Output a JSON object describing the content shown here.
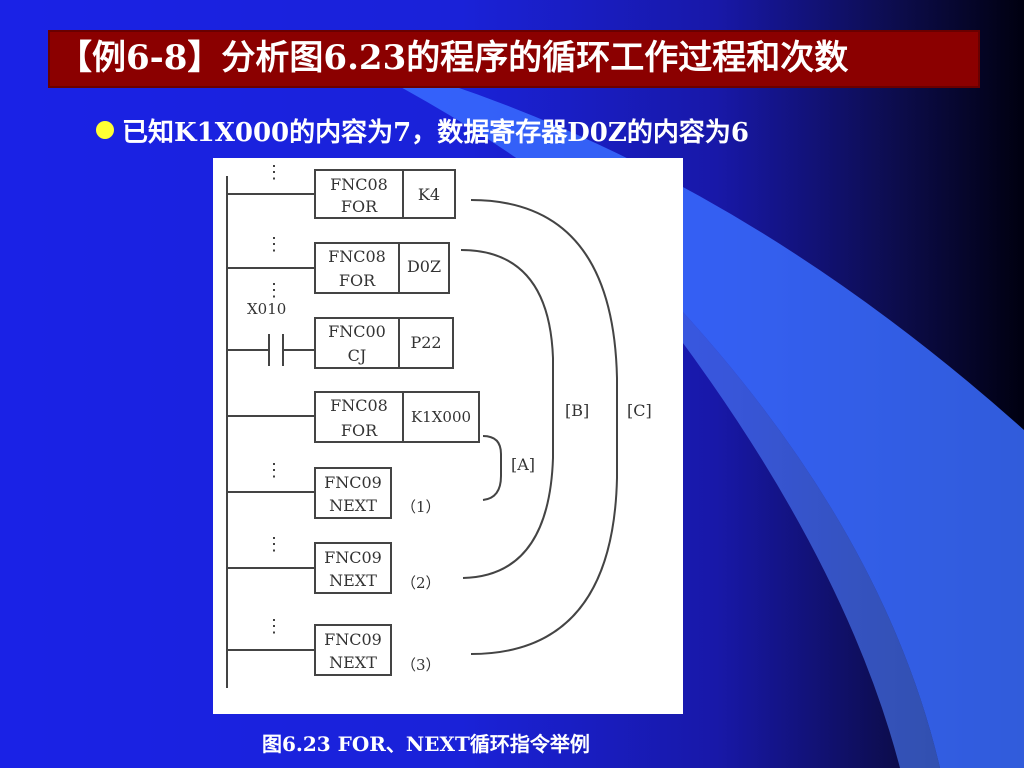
{
  "slide": {
    "title": "【例6-8】分析图6.23的程序的循环工作过程和次数",
    "bullet": "已知K1X000的内容为7，数据寄存器D0Z的内容为6",
    "caption": "图6.23  FOR、NEXT循环指令举例",
    "colors": {
      "title_bar": "#8b0000",
      "background": "#1a22e6",
      "bullet_dot": "#ffff33",
      "accent_swoosh": "#3a6cff"
    }
  },
  "diagram": {
    "blocks": [
      {
        "code": "FNC08",
        "mnemonic": "FOR",
        "operand": "K4"
      },
      {
        "code": "FNC08",
        "mnemonic": "FOR",
        "operand": "D0Z"
      },
      {
        "code": "FNC00",
        "mnemonic": "CJ",
        "operand": "P22",
        "contact": "X010"
      },
      {
        "code": "FNC08",
        "mnemonic": "FOR",
        "operand": "K1X000"
      },
      {
        "code": "FNC09",
        "mnemonic": "NEXT",
        "tag": "（1）"
      },
      {
        "code": "FNC09",
        "mnemonic": "NEXT",
        "tag": "（2）"
      },
      {
        "code": "FNC09",
        "mnemonic": "NEXT",
        "tag": "（3）"
      }
    ],
    "loops": {
      "a": "[A]",
      "b": "[B]",
      "c": "[C]"
    },
    "ellipsis": "⋮"
  }
}
